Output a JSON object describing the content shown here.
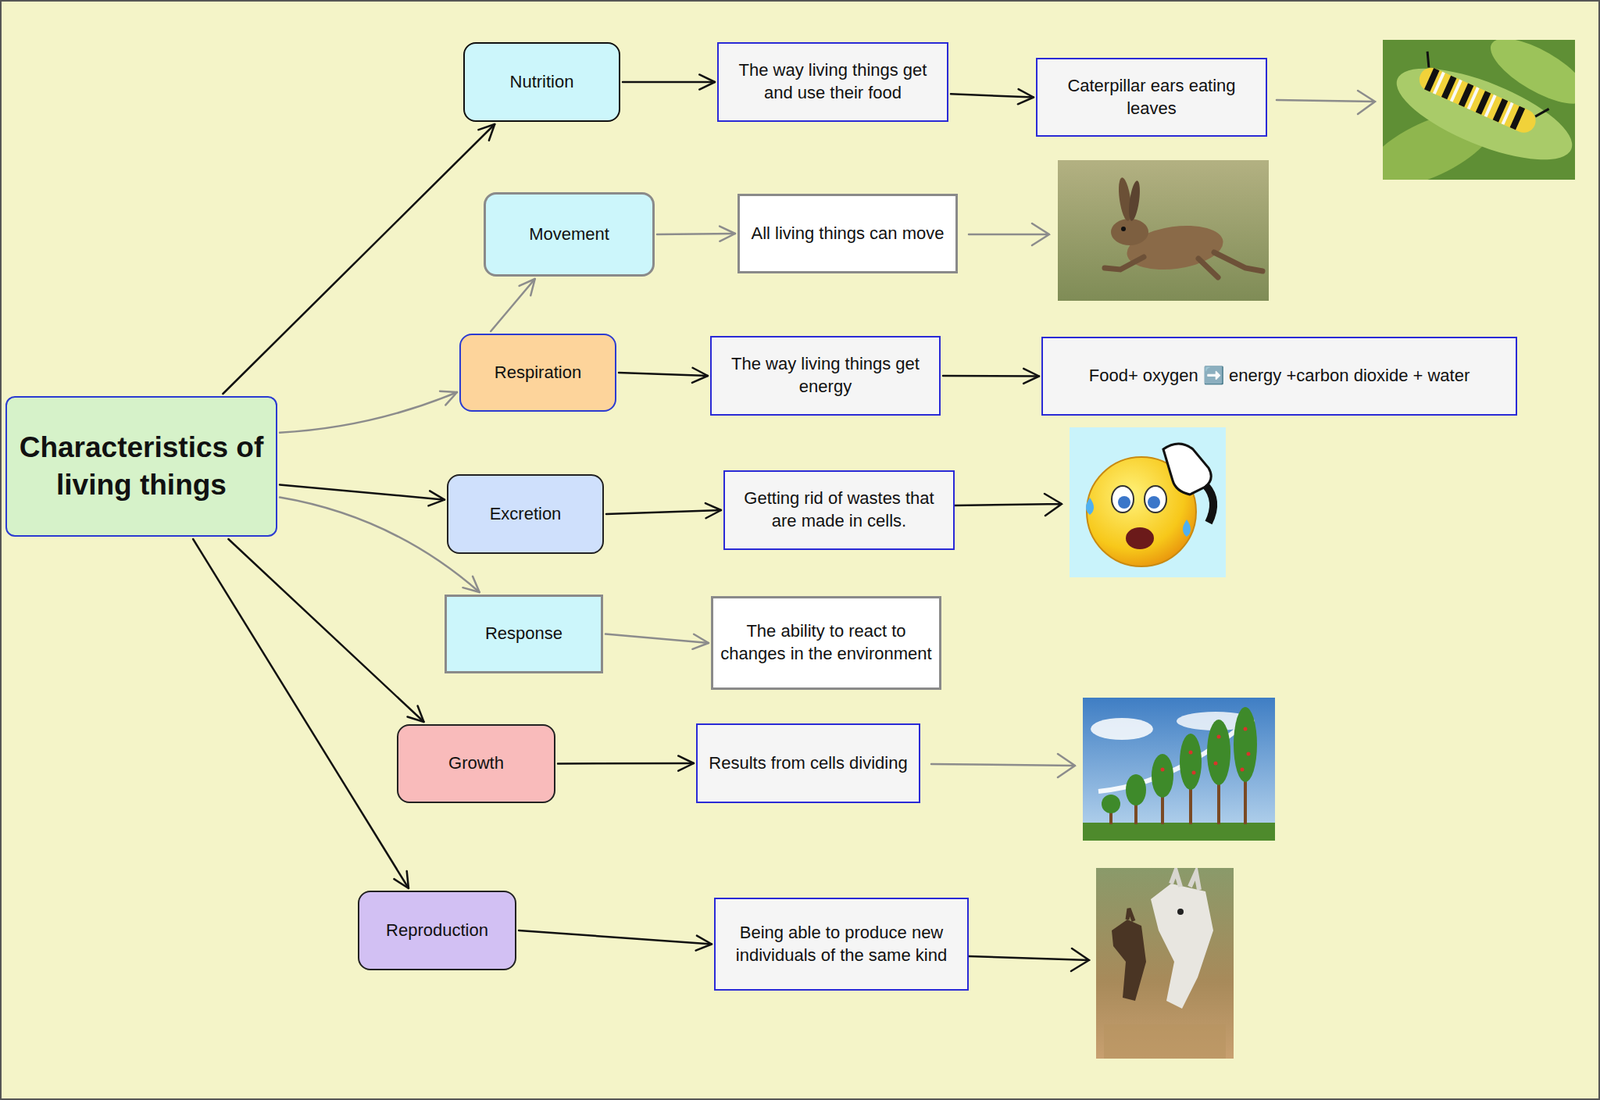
{
  "diagram": {
    "nodes": [
      {
        "text": [
          "Characteristics of living things"
        ]
      },
      {
        "text": [
          "Nutrition"
        ]
      },
      {
        "text": [
          "The way living things get and use their food"
        ]
      },
      {
        "text": [
          "Caterpillar ears eating leaves"
        ]
      },
      {
        "text": [
          "Movement"
        ]
      },
      {
        "text": [
          "All living things can move"
        ]
      },
      {
        "text": [
          "Respiration"
        ]
      },
      {
        "text": [
          "The way living things get energy"
        ]
      },
      {
        "text": [
          "Food+ oxygen ➡️ energy +carbon dioxide + water"
        ]
      },
      {
        "text": [
          "Excretion"
        ]
      },
      {
        "text": [
          "Getting rid of wastes that are made in cells."
        ]
      },
      {
        "text": [
          "Response"
        ]
      },
      {
        "text": [
          "The ability to react to changes in the environment"
        ]
      },
      {
        "text": [
          "Growth"
        ]
      },
      {
        "text": [
          "Results from cells dividing"
        ]
      },
      {
        "text": [
          "Reproduction"
        ]
      },
      {
        "text": [
          "Being able to produce new individuals of the same kind"
        ]
      }
    ],
    "edges": [
      {
        "from": 0,
        "to": 1,
        "arrow": "to"
      },
      {
        "from": 1,
        "to": 2,
        "arrow": "to"
      },
      {
        "from": 2,
        "to": 3,
        "arrow": "to"
      },
      {
        "from": 6,
        "to": 4,
        "arrow": "to"
      },
      {
        "from": 4,
        "to": 5,
        "arrow": "to"
      },
      {
        "from": 0,
        "to": 6,
        "arrow": "to"
      },
      {
        "from": 6,
        "to": 7,
        "arrow": "to"
      },
      {
        "from": 7,
        "to": 8,
        "arrow": "to"
      },
      {
        "from": 0,
        "to": 9,
        "arrow": "to"
      },
      {
        "from": 9,
        "to": 10,
        "arrow": "to"
      },
      {
        "from": 0,
        "to": 11,
        "arrow": "to"
      },
      {
        "from": 11,
        "to": 12,
        "arrow": "to"
      },
      {
        "from": 0,
        "to": 13,
        "arrow": "to"
      },
      {
        "from": 13,
        "to": 14,
        "arrow": "to"
      },
      {
        "from": 0,
        "to": 15,
        "arrow": "to"
      },
      {
        "from": 15,
        "to": 16,
        "arrow": "to"
      }
    ]
  }
}
